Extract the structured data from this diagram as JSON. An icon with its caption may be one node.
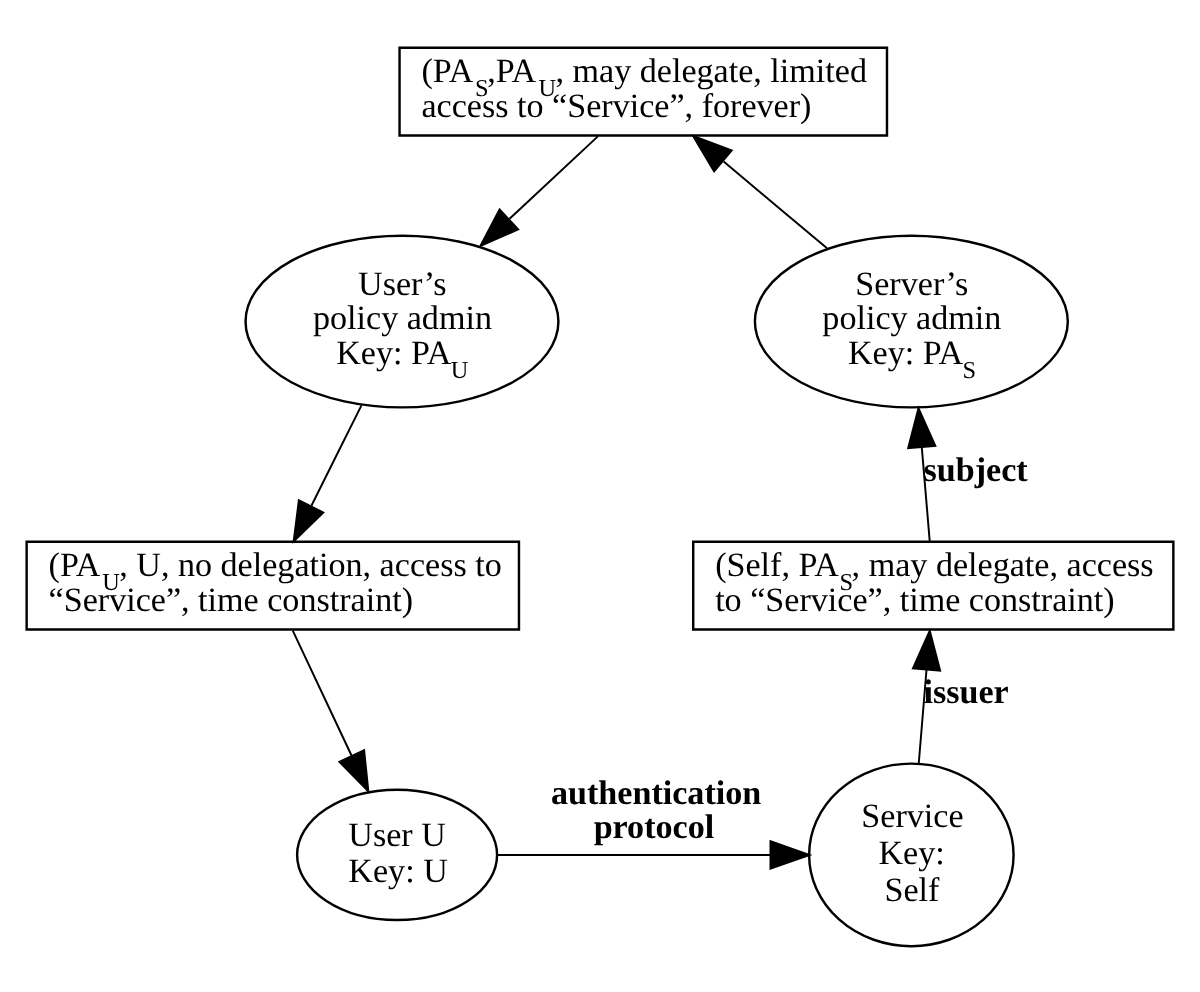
{
  "diagram": {
    "nodes": [
      {
        "text": [
          "(PA$_{S}$,PA$_{U}$, may delegate, limited access to “Service”, forever)"
        ]
      },
      {
        "text": [
          "Server’s policy admin Key: PA$_{S}$"
        ]
      },
      {
        "text": [
          "User’s policy admin Key: PA$_{U}$"
        ]
      },
      {
        "text": [
          "(Self, PA$_{S}$, may delegate, access to “Service”, time constraint)"
        ]
      },
      {
        "text": [
          "(PA$_{U}$, U, no delegation, access to “Service”, time constraint)"
        ]
      },
      {
        "text": [
          "Service Key: Self"
        ]
      },
      {
        "text": [
          "User U Key: U"
        ]
      }
    ],
    "edges": [
      {
        "from": 1,
        "to": 0,
        "arrow": "to"
      },
      {
        "from": 0,
        "to": 2,
        "arrow": "to"
      },
      {
        "from": 3,
        "to": 1,
        "arrow": "to",
        "label": "subject"
      },
      {
        "from": 2,
        "to": 4,
        "arrow": "to"
      },
      {
        "from": 5,
        "to": 3,
        "arrow": "to",
        "label": "issuer"
      },
      {
        "from": 4,
        "to": 6,
        "arrow": "to"
      },
      {
        "from": 6,
        "to": 5,
        "arrow": "to",
        "label": "authentication protocol"
      }
    ]
  }
}
